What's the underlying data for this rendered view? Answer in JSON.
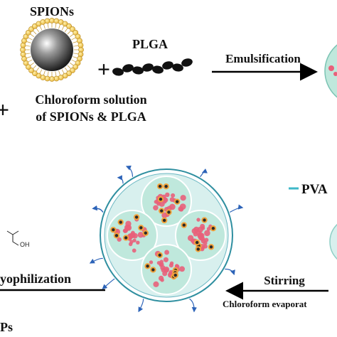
{
  "labels": {
    "spions": "SPIONs",
    "plga": "PLGA",
    "plus": "+",
    "solution_line1": "Chloroform solution",
    "solution_line2": "of SPIONs & PLGA",
    "emulsification": "Emulsification",
    "pva": "PVA",
    "stirring": "Stirring",
    "chloroform_evap": "Chloroform evaporat",
    "lyophilization": "yophilization",
    "oh": "OH",
    "nps_fragment": "Ps"
  },
  "colors": {
    "droplet_fill": "#bfe8dc",
    "shell_fill": "#d8f0ee",
    "particle_orange": "#f2a23a",
    "particle_dark": "#2a2a2a",
    "plga_pink": "#e8607a",
    "arrow_blue": "#2c63b8",
    "ring_yellow": "#f0c75a"
  }
}
